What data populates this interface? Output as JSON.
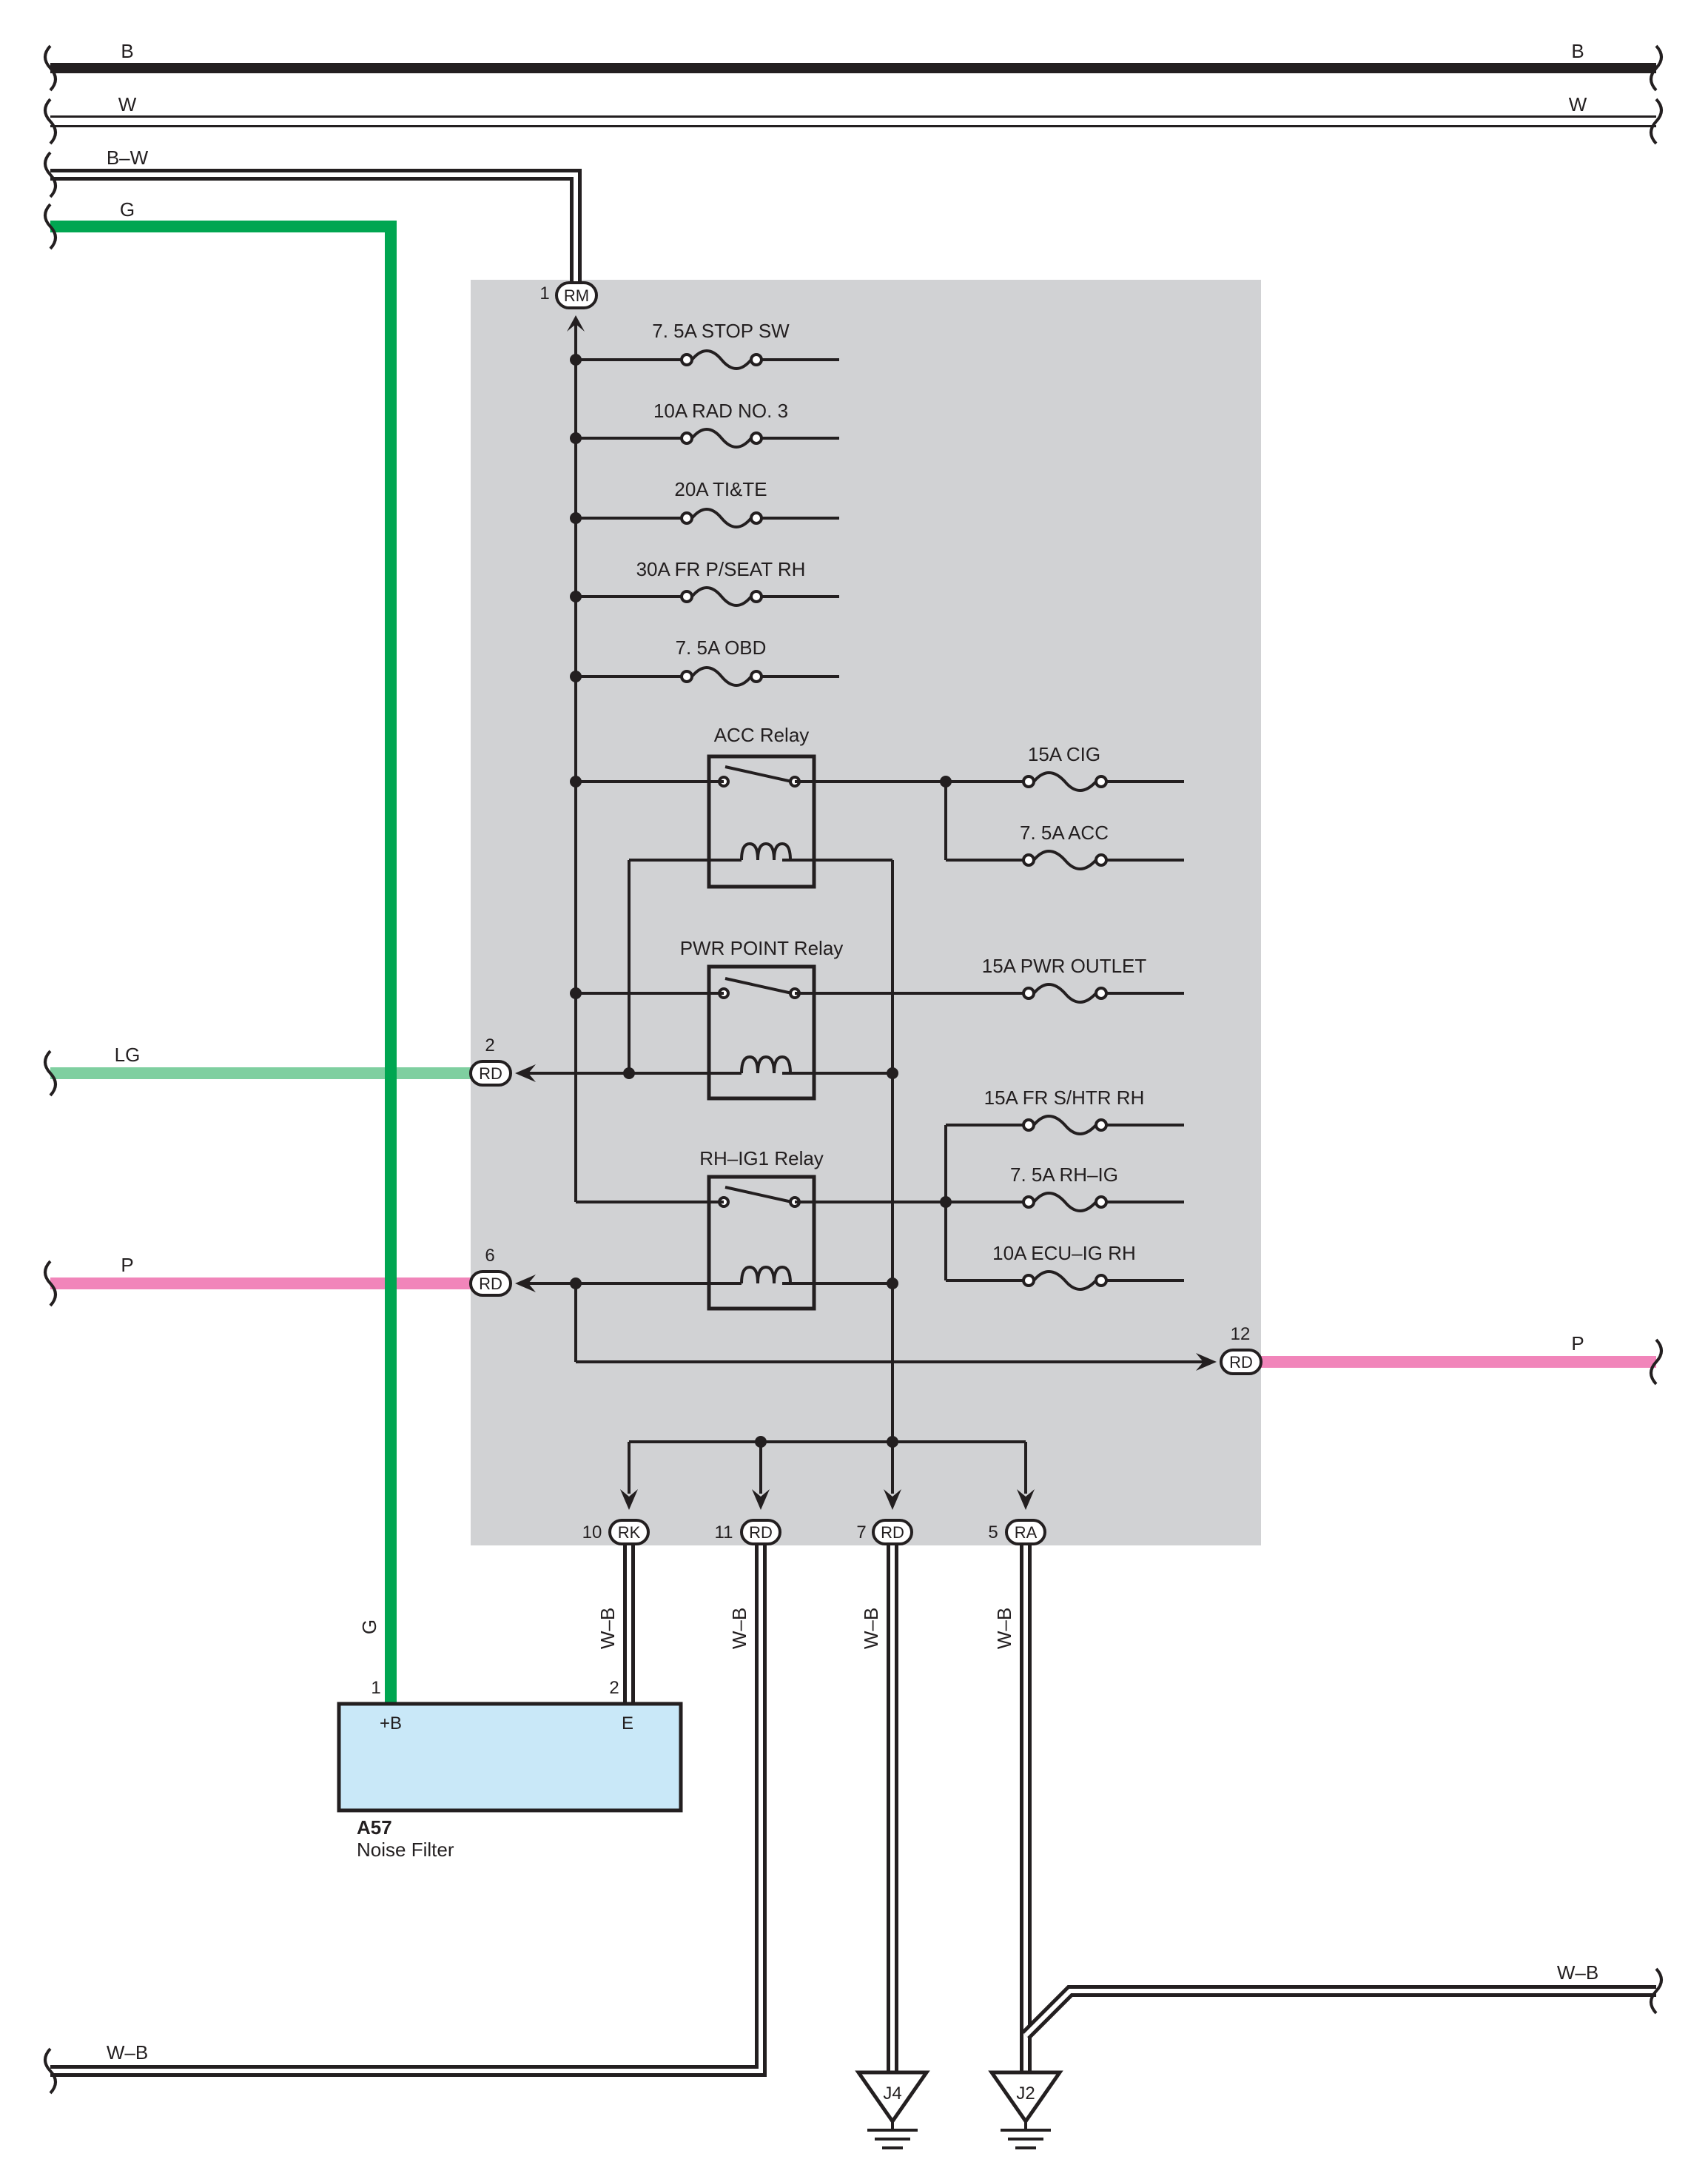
{
  "wires": {
    "top_b": "B",
    "top_w": "W",
    "top_bw": "B–W",
    "top_g": "G",
    "lg": "LG",
    "p": "P",
    "wb": "W–B",
    "g": "G"
  },
  "fuses": [
    "7. 5A STOP SW",
    "10A RAD NO. 3",
    "20A TI&TE",
    "30A FR P/SEAT RH",
    "7. 5A OBD",
    "15A CIG",
    "7. 5A ACC",
    "15A PWR OUTLET",
    "15A FR S/HTR RH",
    "7. 5A RH–IG",
    "10A ECU–IG RH"
  ],
  "relays": [
    "ACC Relay",
    "PWR POINT Relay",
    "RH–IG1 Relay"
  ],
  "connectors": {
    "rm": {
      "pin": "1",
      "code": "RM"
    },
    "rd2": {
      "pin": "2",
      "code": "RD"
    },
    "rd6": {
      "pin": "6",
      "code": "RD"
    },
    "rd12": {
      "pin": "12",
      "code": "RD"
    },
    "rk10": {
      "pin": "10",
      "code": "RK"
    },
    "rd11": {
      "pin": "11",
      "code": "RD"
    },
    "rd7": {
      "pin": "7",
      "code": "RD"
    },
    "ra5": {
      "pin": "5",
      "code": "RA"
    }
  },
  "component": {
    "code": "A57",
    "name": "Noise Filter",
    "terminal_plus": "+B",
    "terminal_e": "E",
    "pin_plus": "1",
    "pin_e": "2"
  },
  "grounds": [
    "J4",
    "J2"
  ],
  "colors": {
    "panel": "#d1d2d4",
    "green": "#00a651",
    "light_green": "#7fcfa0",
    "pink": "#f185ba",
    "component_fill": "#c9e8f8",
    "wire": "#231f20"
  }
}
